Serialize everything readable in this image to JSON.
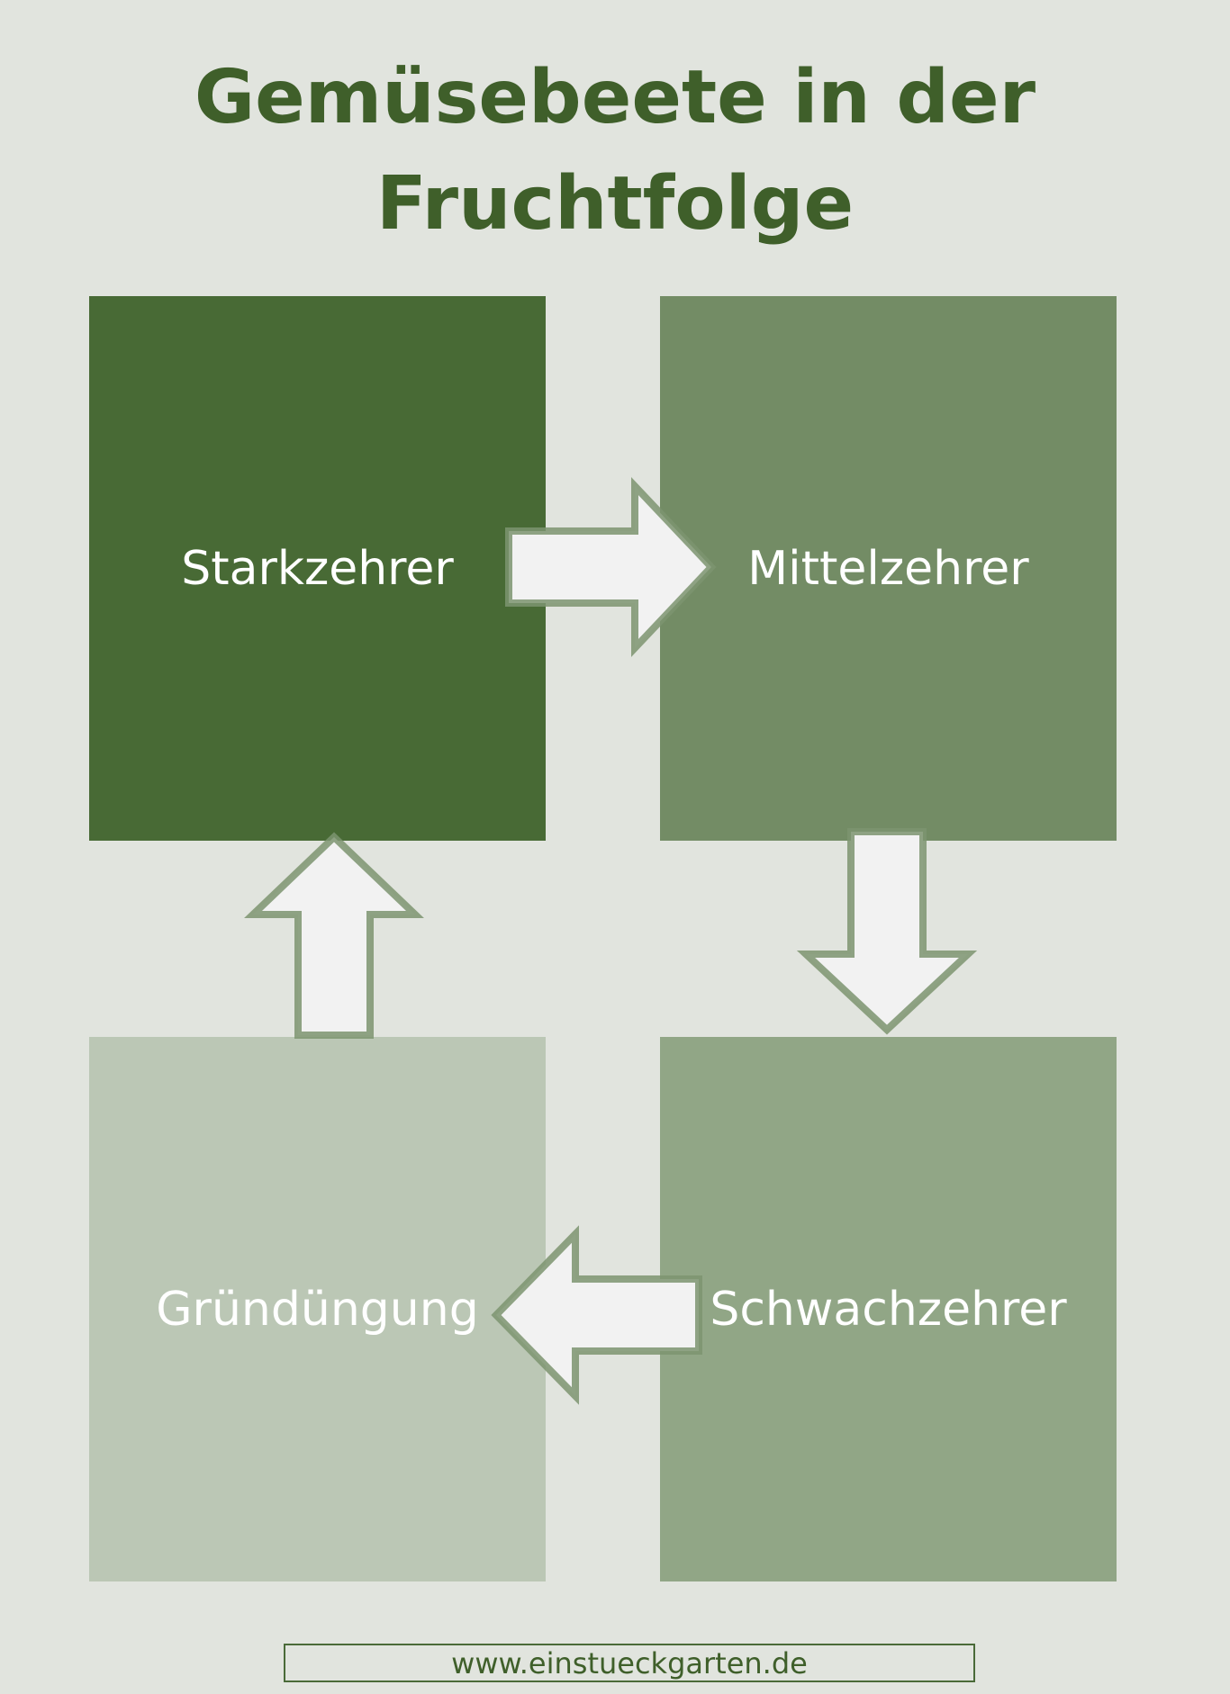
{
  "title": {
    "line1": "Gemüsebeete in der",
    "line2": "Fruchtfolge"
  },
  "boxes": {
    "starkzehrer": "Starkzehrer",
    "mittelzehrer": "Mittelzehrer",
    "schwachzehrer": "Schwachzehrer",
    "gruenduengung": "Gründüngung"
  },
  "flow": [
    "Starkzehrer → Mittelzehrer",
    "Mittelzehrer → Schwachzehrer",
    "Schwachzehrer → Gründüngung",
    "Gründüngung → Starkzehrer"
  ],
  "footer": {
    "url": "www.einstueckgarten.de"
  },
  "colors": {
    "background": "#e1e4de",
    "title": "#3f5f2a",
    "starkzehrer": "#486a35",
    "mittelzehrer": "#738c65",
    "schwachzehrer": "#91a686",
    "gruenduengung": "#bbc7b5",
    "arrow_fill": "#f2f2f2"
  }
}
